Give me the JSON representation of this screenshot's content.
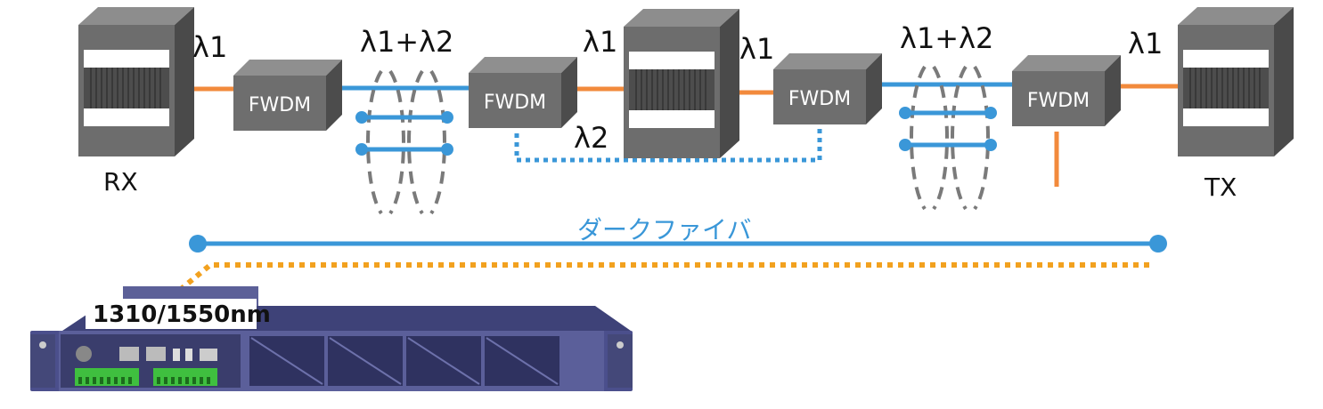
{
  "labels": {
    "rx": "RX",
    "tx": "TX",
    "fwdm": "FWDM",
    "lambda1": "λ1",
    "lambda2": "λ2",
    "lambda12": "λ1+λ2",
    "dark_fiber": "ダークファイバ",
    "wavelength": "1310/1550nm"
  },
  "colors": {
    "orange": "#f28a3c",
    "blue": "#3a97d8",
    "amber": "#f2a11f",
    "box_front": "#6e6e6e",
    "box_top": "#8c8c8c",
    "box_side": "#4e4e4e",
    "rack": "#4b4f8c",
    "terminal": "#3fbf3f",
    "dark_fiber_text": "#3a97d8"
  }
}
